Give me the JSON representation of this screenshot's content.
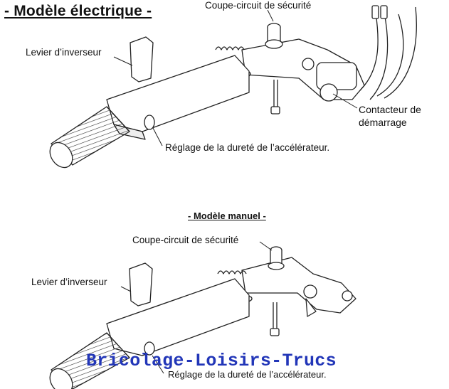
{
  "electric": {
    "title": "- Modèle électrique -",
    "labels": {
      "kill_switch": "Coupe-circuit de sécurité",
      "reverse_lever": "Levier d’inverseur",
      "starter_line1": "Contacteur de",
      "starter_line2": "démarrage",
      "throttle_friction": "Réglage de la dureté de l’accélérateur."
    }
  },
  "manual": {
    "title": "- Modèle manuel -",
    "labels": {
      "kill_switch": "Coupe-circuit de sécurité",
      "reverse_lever": "Levier d’inverseur",
      "throttle_friction": "Réglage de la dureté de l’accélérateur."
    }
  },
  "watermark": {
    "text": "Bricolage-Loisirs-Trucs",
    "color": "#2236b8"
  }
}
